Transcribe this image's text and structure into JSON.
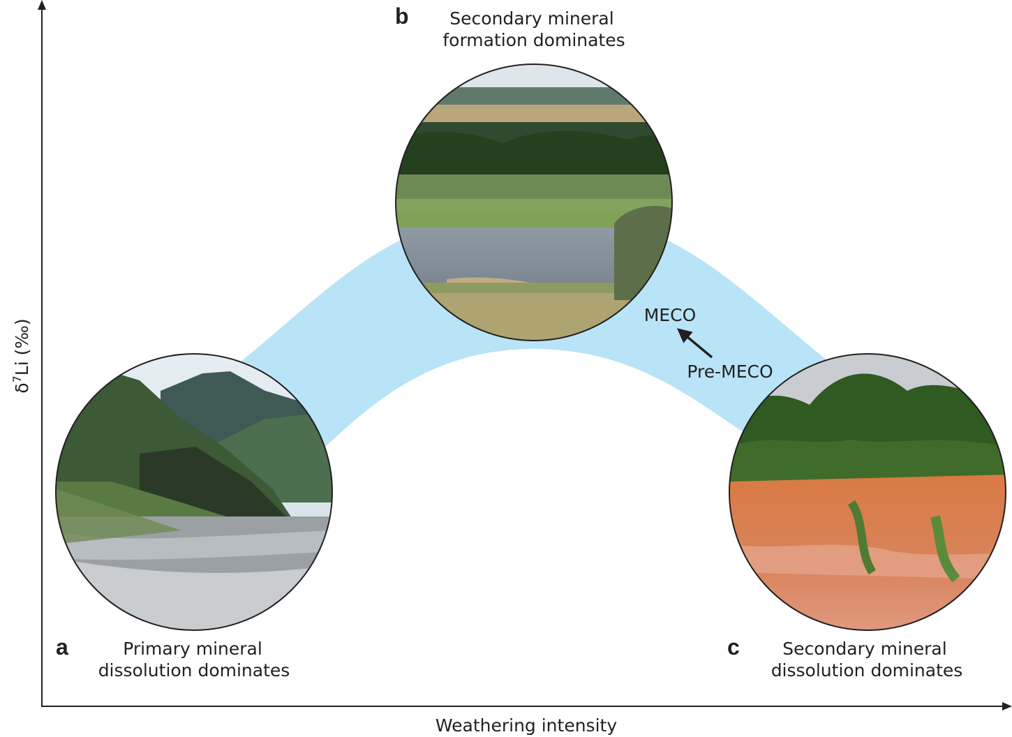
{
  "axes": {
    "x_label": "Weathering intensity",
    "y_label_main": "δ",
    "y_label_sup": "7",
    "y_label_rest": "Li (‰)"
  },
  "panels": {
    "a": {
      "letter": "a",
      "line1": "Primary mineral",
      "line2": "dissolution dominates",
      "photo": "mountain river with gravel bed"
    },
    "b": {
      "letter": "b",
      "line1": "Secondary mineral",
      "line2": "formation dominates",
      "photo": "lowland river floodplain"
    },
    "c": {
      "letter": "c",
      "line1": "Secondary mineral",
      "line2": "dissolution dominates",
      "photo": "tropical forest on red laterite cliff"
    }
  },
  "annotations": {
    "meco": "MECO",
    "pre_meco": "Pre-MECO"
  },
  "colors": {
    "band": "#b9e4f7",
    "axis": "#231f20",
    "text": "#231f20"
  }
}
